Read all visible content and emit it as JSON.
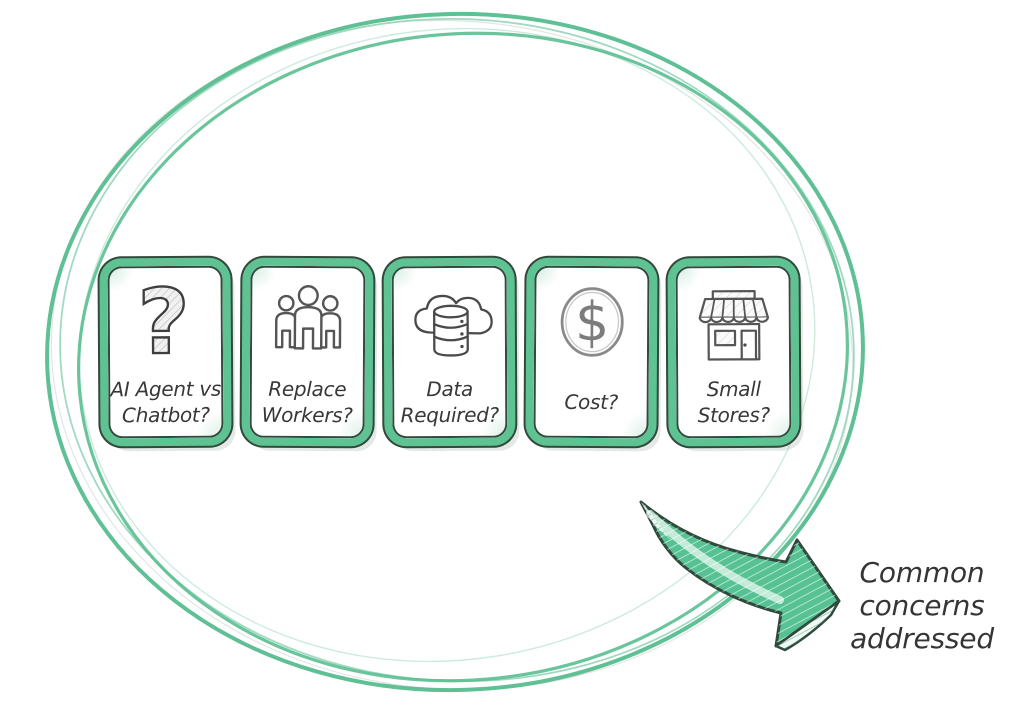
{
  "palette": {
    "ellipse_green": "#57bd8f",
    "ellipse_green_light": "#9ad8bc",
    "card_border_green": "#5ec292",
    "outline_dark": "#33493c",
    "arrow_green": "#56c293",
    "text_dark": "#383838",
    "icon_gray": "#4a4a4a"
  },
  "cards": [
    {
      "icon": "question-mark-icon",
      "label": "AI Agent vs\nChatbot?"
    },
    {
      "icon": "people-icon",
      "label": "Replace\nWorkers?"
    },
    {
      "icon": "cloud-database-icon",
      "label": "Data\nRequired?"
    },
    {
      "icon": "dollar-icon",
      "label": "Cost?"
    },
    {
      "icon": "storefront-icon",
      "label": "Small\nStores?"
    }
  ],
  "annotation": {
    "label": "Common\nconcerns\naddressed"
  }
}
